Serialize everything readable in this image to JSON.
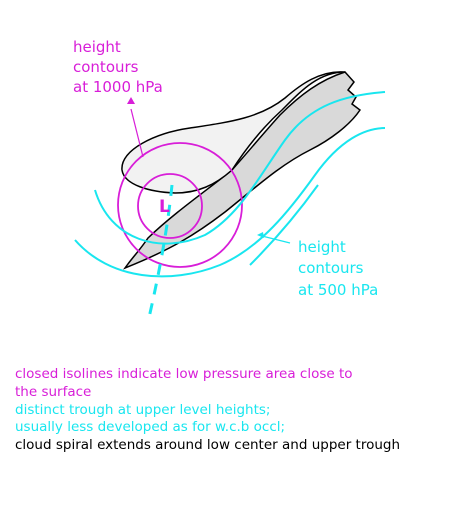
{
  "labels": {
    "height_1000": [
      "height",
      "contours",
      "at 1000 hPa"
    ],
    "height_500": [
      "height",
      "contours",
      "at 500 hPa"
    ],
    "low_center": "L"
  },
  "caption": {
    "line1": "closed isolines indicate low pressure area close to",
    "line2": "the surface",
    "line3": "distinct trough at upper level heights;",
    "line4": "usually less developed as for w.c.b occl;",
    "line5": "cloud spiral extends around low center and upper trough"
  },
  "colors": {
    "magenta": "#d81ed8",
    "cyan": "#19e6ef",
    "cloud_fill": "#d9d9d9",
    "outline": "#000000"
  }
}
